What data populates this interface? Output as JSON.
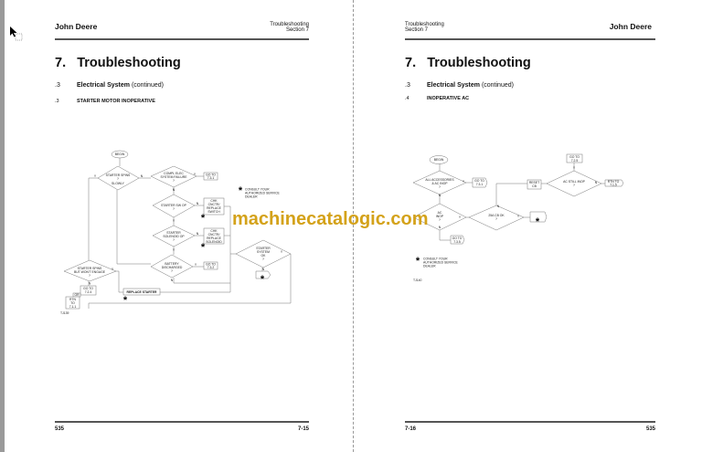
{
  "left_page": {
    "brand": "John Deere",
    "header_right_1": "Troubleshooting",
    "header_right_2": "Section 7",
    "chapter_num": "7.",
    "chapter_title": "Troubleshooting",
    "section_num": ".3",
    "section_title": "Electrical System",
    "section_suffix": "(continued)",
    "subsection_num": ".3",
    "subsection_title": "STARTER MOTOR INOPERATIVE",
    "footer_left": "535",
    "footer_right": "7-15",
    "flow": {
      "begin": "BEGIN",
      "d1": [
        "STARTER SPINS",
        "?",
        "SLOWLY"
      ],
      "d2": [
        "COMPL ELEC",
        "SYSTEM FAILURE",
        "?"
      ],
      "goto1": [
        "GO TO",
        "7.3.1"
      ],
      "d3": [
        "STARTER SW OP",
        "?"
      ],
      "box_sw": [
        "CHK",
        "CNCTR/",
        "REPLACE",
        "SWITCH"
      ],
      "d4": [
        "STARTER",
        "SOLENOID OP",
        "?"
      ],
      "box_sol": [
        "CHK",
        "CNCTR/",
        "REPLACE",
        "SOLENOID"
      ],
      "d5": [
        "BATTERY",
        "DISCHARGED",
        "?"
      ],
      "goto2": [
        "GO TO",
        "7.3.2"
      ],
      "d6": [
        "STARTER",
        "SYSTEM",
        "OK",
        "?"
      ],
      "d7": [
        "STARTER SPINS",
        "BUT WON'T ENGAGE",
        "?"
      ],
      "goto3": [
        "GO TO",
        "7.2.4"
      ],
      "or": "OR",
      "rtn": [
        "RTN",
        "TO",
        "7.1.1"
      ],
      "replace": "REPLACE STARTER",
      "consult": [
        "CONSULT YOUR",
        "AUTHORIZED SERVICE",
        "DEALER"
      ],
      "yes": "Y",
      "no": "N",
      "fig": "TJ139"
    }
  },
  "right_page": {
    "brand": "John Deere",
    "header_left_1": "Troubleshooting",
    "header_left_2": "Section 7",
    "chapter_num": "7.",
    "chapter_title": "Troubleshooting",
    "section_num": ".3",
    "section_title": "Electrical System",
    "section_suffix": "(continued)",
    "subsection_num": ".4",
    "subsection_title": "INOPERATIVE AC",
    "footer_left": "7-16",
    "footer_right": "535",
    "flow": {
      "begin": "BEGIN",
      "d1": [
        "ALL ACCESSORIES",
        "& AC INOP",
        "?"
      ],
      "goto1": [
        "GO TO",
        "7.3.1"
      ],
      "d2": [
        "AC",
        "INOP",
        "?"
      ],
      "goto2": [
        "GO TO",
        "7.3.5"
      ],
      "d3": [
        "25A CB OK",
        "?"
      ],
      "reset": [
        "RESET",
        "CB"
      ],
      "d4": [
        "AC STILL INOP",
        "?"
      ],
      "goto3": [
        "GO TO",
        "7.2.5"
      ],
      "rtn": [
        "RTN TO",
        "7.1.5"
      ],
      "consult": [
        "CONSULT YOUR",
        "AUTHORIZED SERVICE",
        "DEALER"
      ],
      "yes": "Y",
      "no": "N",
      "fig": "TJ140"
    }
  },
  "watermark": "machinecatalogic.com",
  "colors": {
    "watermark": "#d4a21a",
    "rule": "#555555"
  }
}
